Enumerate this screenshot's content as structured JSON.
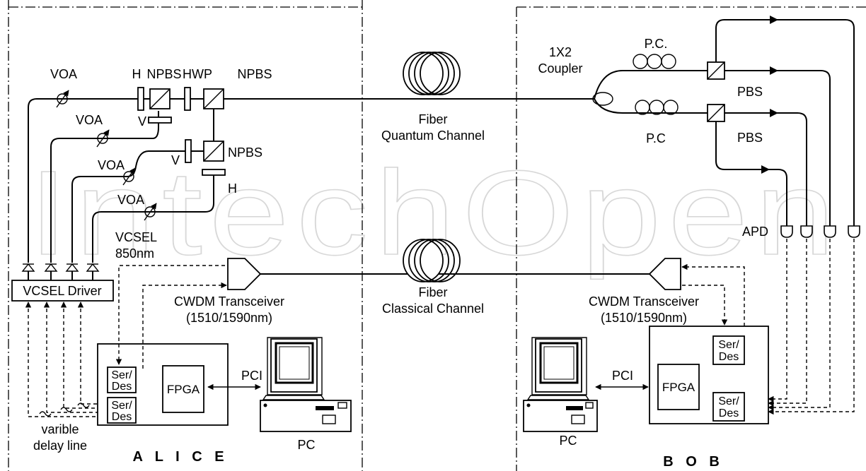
{
  "alice": {
    "title": "A L I C E",
    "voa": [
      "VOA",
      "VOA",
      "VOA",
      "VOA"
    ],
    "h_label_1": "H",
    "npbs_1": "NPBS",
    "hwp": "HWP",
    "npbs_2": "NPBS",
    "v_label_1": "V",
    "v_label_2": "V",
    "npbs_3": "NPBS",
    "h_label_2": "H",
    "vcsel_line1": "VCSEL",
    "vcsel_line2": "850nm",
    "driver": "VCSEL Driver",
    "transceiver_line1": "CWDM Transceiver",
    "transceiver_line2": "(1510/1590nm)",
    "serdes_top": [
      "Ser/",
      "Des"
    ],
    "serdes_bottom": [
      "Ser/",
      "Des"
    ],
    "fpga": "FPGA",
    "pci": "PCI",
    "pc": "PC",
    "delay_line1": "varible",
    "delay_line2": "delay line"
  },
  "channels": {
    "quantum_line1": "Fiber",
    "quantum_line2": "Quantum Channel",
    "classical_line1": "Fiber",
    "classical_line2": "Classical Channel"
  },
  "bob": {
    "title": "B O B",
    "coupler_line1": "1X2",
    "coupler_line2": "Coupler",
    "pc_top": "P.C.",
    "pc_bottom": "P.C",
    "pbs_top": "PBS",
    "pbs_bottom": "PBS",
    "apd": "APD",
    "transceiver_line1": "CWDM Transceiver",
    "transceiver_line2": "(1510/1590nm)",
    "serdes_top": [
      "Ser/",
      "Des"
    ],
    "serdes_bottom": [
      "Ser/",
      "Des"
    ],
    "fpga": "FPGA",
    "pci": "PCI",
    "pc": "PC"
  },
  "watermark": "IntechOpen"
}
